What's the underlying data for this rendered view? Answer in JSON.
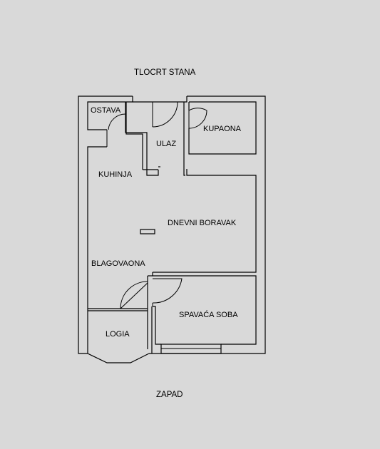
{
  "plan": {
    "title": "TLOCRT STANA",
    "orientation": "ZAPAD",
    "rooms": {
      "ostava": "OSTAVA",
      "ulaz": "ULAZ",
      "kupaona": "KUPAONA",
      "kuhinja": "KUHINJA",
      "dnevni_boravak": "DNEVNI BORAVAK",
      "blagovaona": "BLAGOVAONA",
      "spavaca_soba": "SPAVAĆA SOBA",
      "logia": "LOGIA"
    }
  }
}
